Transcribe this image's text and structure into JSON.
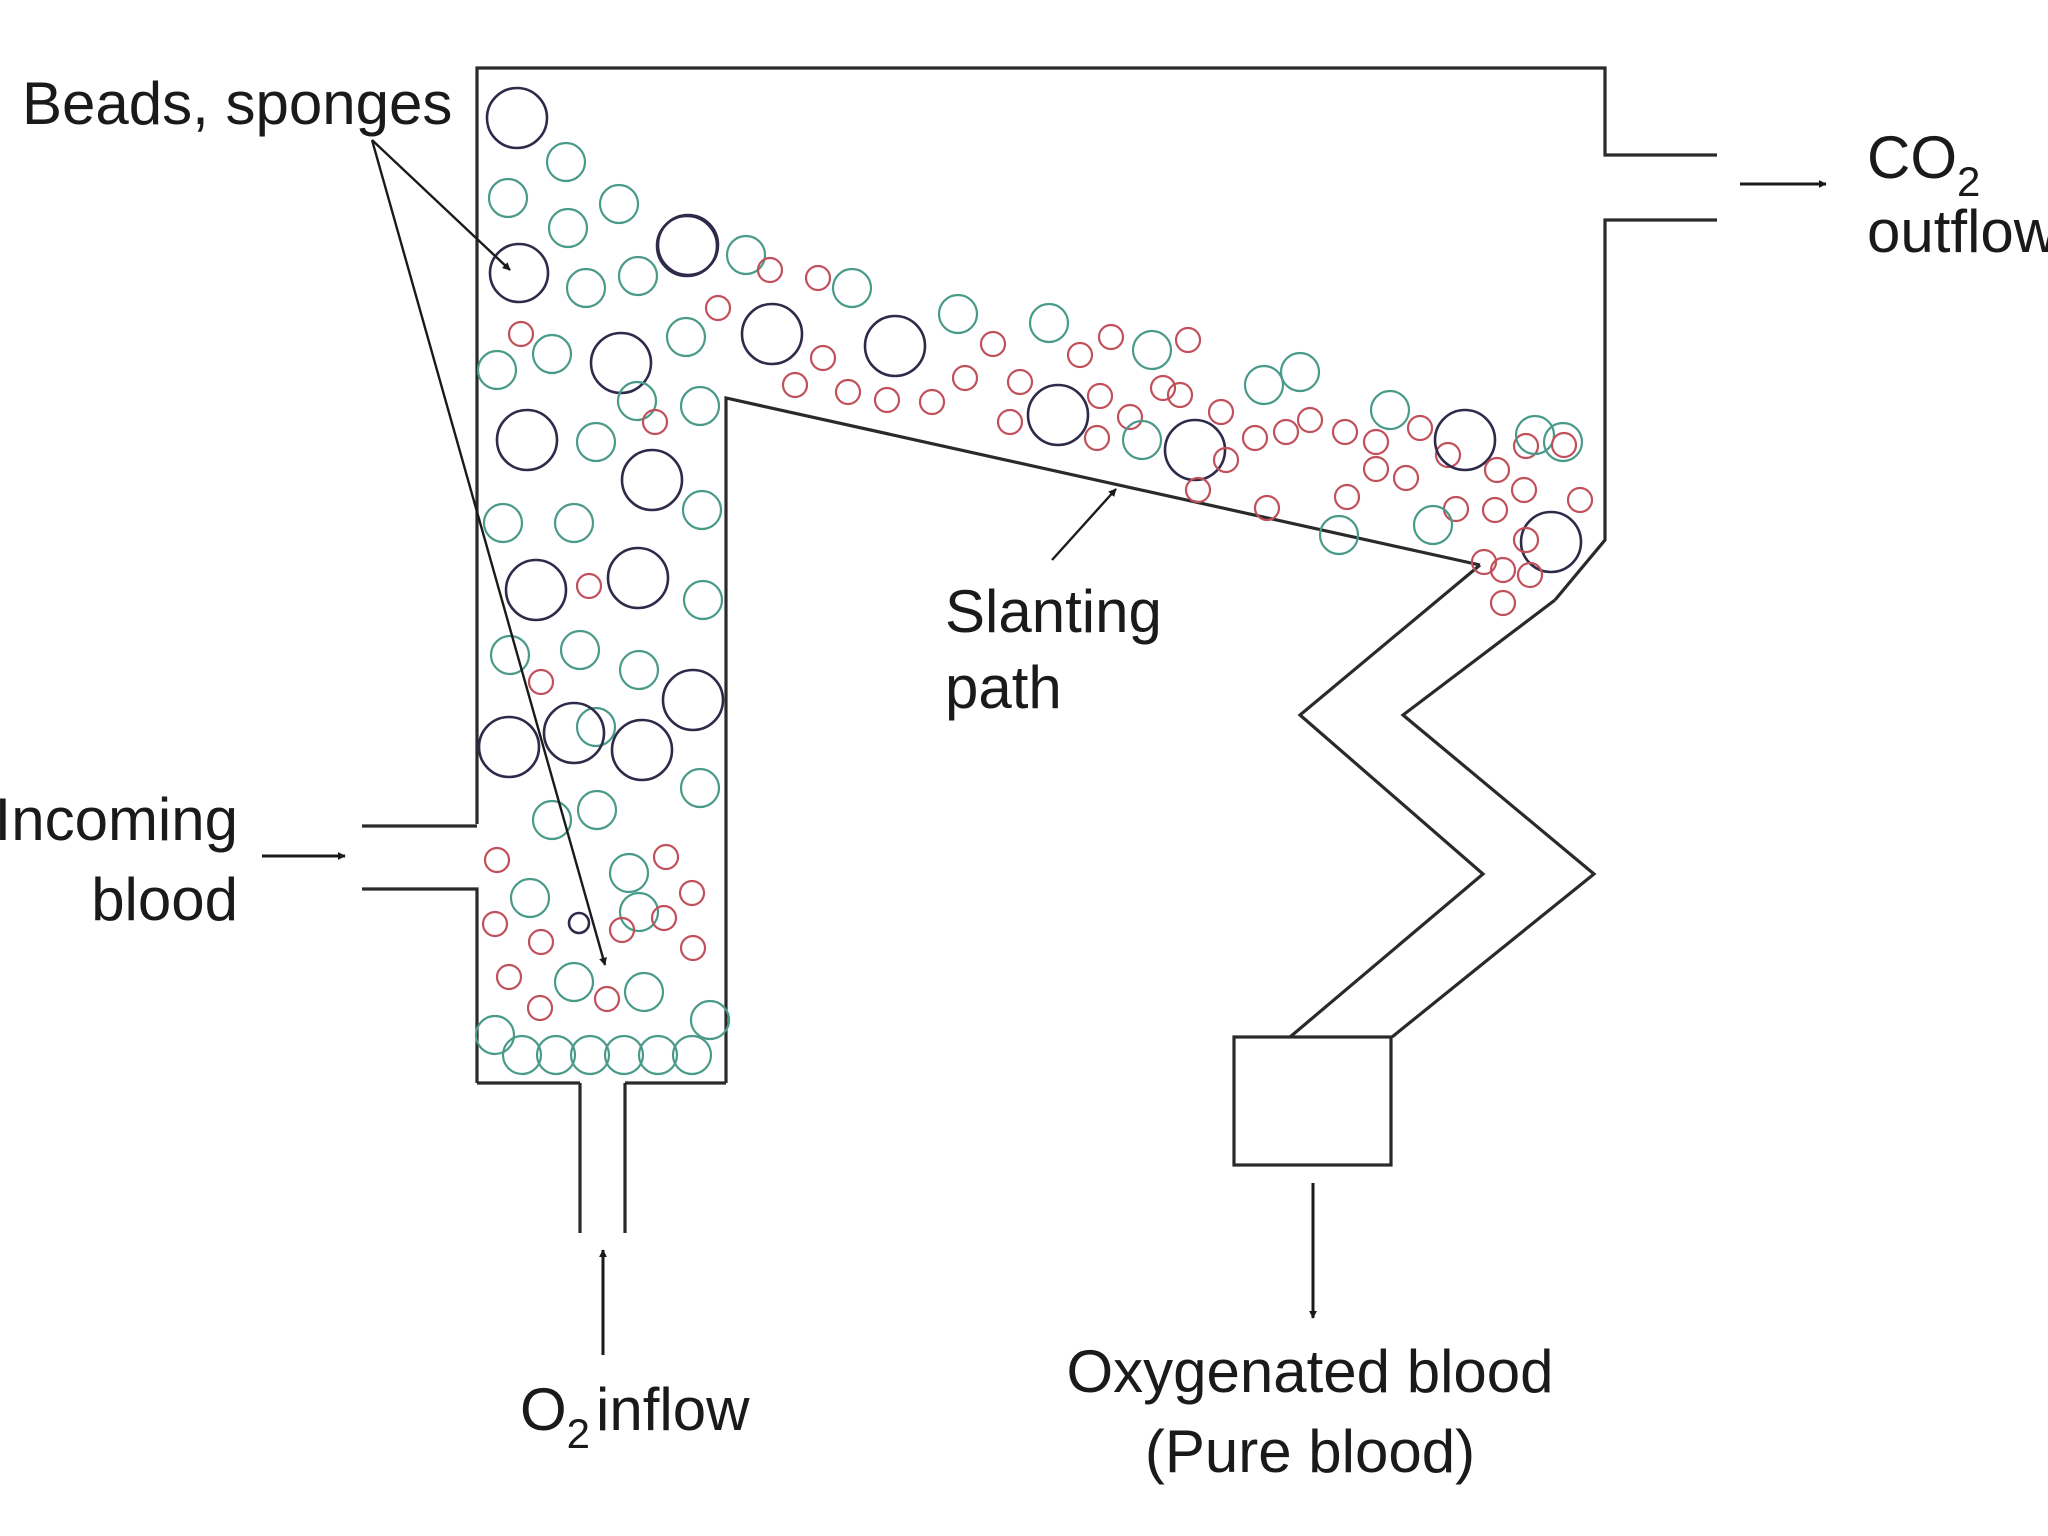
{
  "labels": {
    "beads": "Beads, sponges",
    "co2_main": "CO",
    "co2_sub": "2",
    "co2_line2": "outflow",
    "incoming_line1": "Incoming",
    "incoming_line2": "blood",
    "slanting_line1": "Slanting",
    "slanting_line2": "path",
    "o2_main": "O",
    "o2_sub": "2",
    "o2_rest": "inflow",
    "oxygenated_line1": "Oxygenated blood",
    "oxygenated_line2": "(Pure blood)"
  },
  "colors": {
    "line": "#2a2a2a",
    "bead": "#2e2a4a",
    "sponge": "#4a9a8a",
    "red_cell": "#c0505a"
  }
}
